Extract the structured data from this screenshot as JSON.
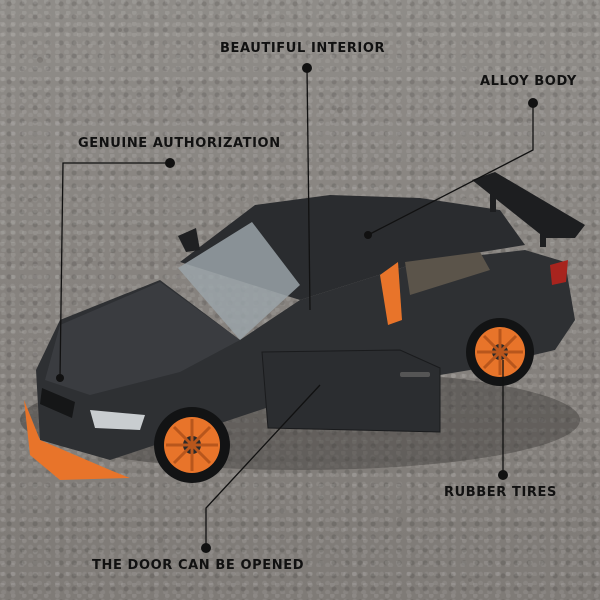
{
  "callouts": {
    "interior": "BEAUTIFUL INTERIOR",
    "body": "ALLOY BODY",
    "authorization": "GENUINE AUTHORIZATION",
    "tires": "RUBBER TIRES",
    "door": "THE DOOR CAN BE OPENED"
  },
  "colors": {
    "car_body": "#2e3033",
    "accent": "#e8742a",
    "ground": "#8a8784",
    "label_text": "#111111"
  }
}
